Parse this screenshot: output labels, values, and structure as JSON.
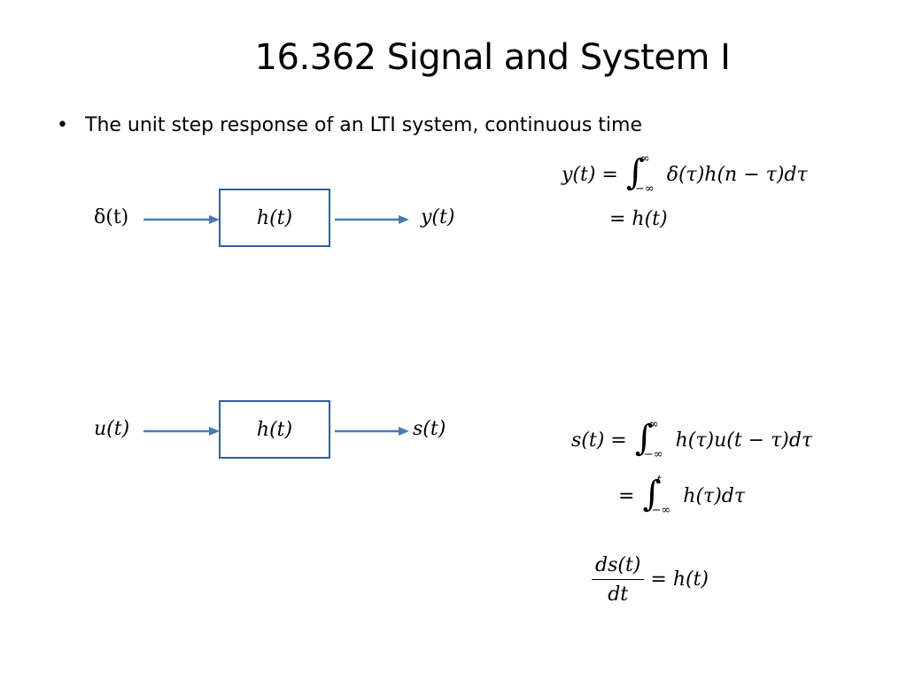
{
  "slide": {
    "title": "16.362 Signal and System I",
    "bullet_text": "The unit step response of an LTI system, continuous time",
    "bullet_symbol": "•"
  },
  "diagram1": {
    "input": "δ(t)",
    "system": "h(t)",
    "output": "y(t)"
  },
  "diagram2": {
    "input": "u(t)",
    "system": "h(t)",
    "output": "s(t)"
  },
  "equations": {
    "eq1_lhs": "y(t) =",
    "eq1_upper": "∞",
    "eq1_lower": "−∞",
    "eq1_integrand": "δ(τ)h(n − τ)dτ",
    "eq2": "= h(t)",
    "eq3_lhs": "s(t) =",
    "eq3_upper": "∞",
    "eq3_lower": "−∞",
    "eq3_integrand": "h(τ)u(t − τ)dτ",
    "eq4_lhs": "=",
    "eq4_upper": "t",
    "eq4_lower": "−∞",
    "eq4_integrand": "h(τ)dτ",
    "eq5_num": "ds(t)",
    "eq5_den": "dt",
    "eq5_rhs": "= h(t)"
  },
  "colors": {
    "accent": "#355f96",
    "arrow": "#4a7ab5"
  }
}
